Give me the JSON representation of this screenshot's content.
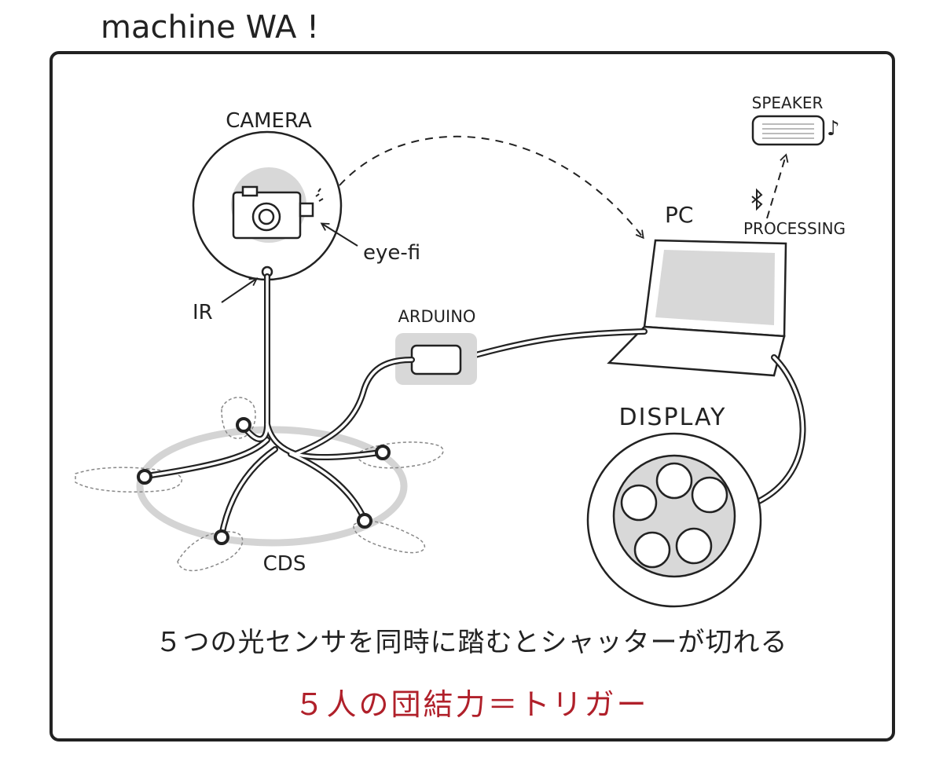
{
  "title": "machine WA !",
  "labels": {
    "camera": "CAMERA",
    "eyefi": "eye-fi",
    "ir": "IR",
    "pc": "PC",
    "speaker": "SPEAKER",
    "processing": "PROCESSING",
    "arduino": "ARDUINO",
    "display": "DISPLAY",
    "cds": "CDS"
  },
  "caption": "５つの光センサを同時に踏むとシャッターが切れる",
  "tagline": "５人の団結力＝トリガー",
  "colors": {
    "accent_red": "#b0202a",
    "gray_fill": "#d8d8d8",
    "line": "#222222"
  },
  "icons": [
    "camera-icon",
    "laptop-icon",
    "speaker-icon",
    "music-note-icon",
    "bluetooth-icon",
    "arduino-board-icon",
    "display-icon",
    "light-sensor-icon",
    "footprint-icon"
  ]
}
